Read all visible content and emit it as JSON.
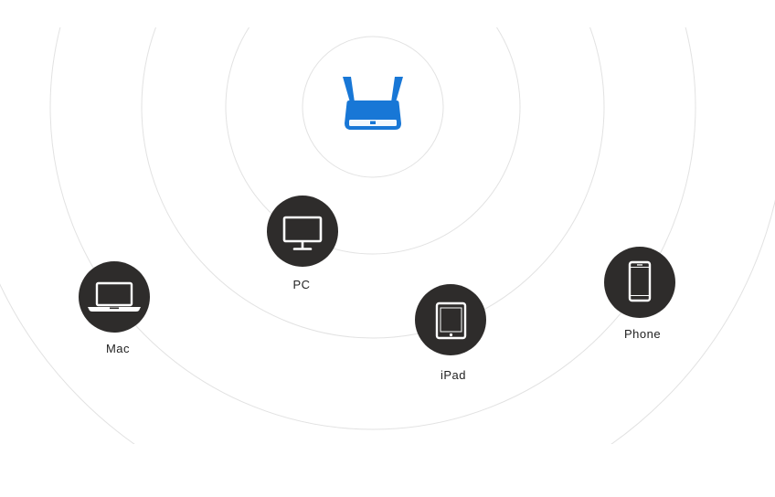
{
  "colors": {
    "background": "#ffffff",
    "rings": "#e2e2e2",
    "router": "#1877d6",
    "device_circle": "#2e2c2b",
    "device_icon": "#ffffff",
    "label_text": "#222222"
  },
  "router": {
    "icon": "router-icon"
  },
  "devices": [
    {
      "key": "pc",
      "label": "PC",
      "icon": "monitor-icon"
    },
    {
      "key": "mac",
      "label": "Mac",
      "icon": "laptop-icon"
    },
    {
      "key": "ipad",
      "label": "iPad",
      "icon": "tablet-icon"
    },
    {
      "key": "phone",
      "label": "Phone",
      "icon": "smartphone-icon"
    }
  ]
}
